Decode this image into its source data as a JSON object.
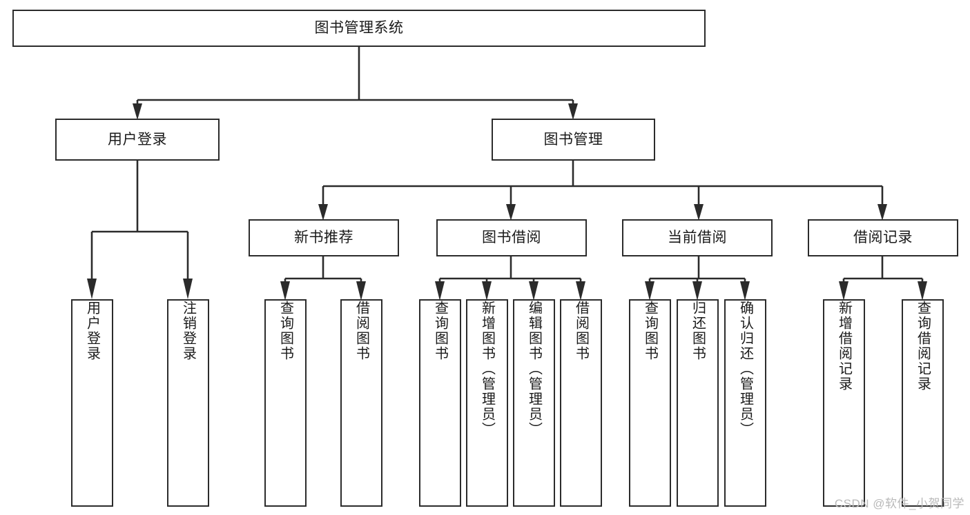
{
  "diagram": {
    "type": "tree",
    "title": "图书管理系统",
    "watermark": "CSDN @软件_小贺同学",
    "colors": {
      "stroke": "#2b2b2b",
      "fill": "#ffffff",
      "text": "#1a1a1a",
      "watermark": "#b9b9b9"
    },
    "nodes": {
      "root": {
        "label": "图书管理系统"
      },
      "level2": [
        {
          "id": "user-login",
          "label": "用户登录"
        },
        {
          "id": "book-manage",
          "label": "图书管理"
        }
      ],
      "level3": [
        {
          "id": "new-book-recommend",
          "label": "新书推荐"
        },
        {
          "id": "book-borrow",
          "label": "图书借阅"
        },
        {
          "id": "current-borrow",
          "label": "当前借阅"
        },
        {
          "id": "borrow-record",
          "label": "借阅记录"
        }
      ],
      "leaves": [
        {
          "id": "leaf-user-login",
          "parent": "user-login",
          "label": "用户登录"
        },
        {
          "id": "leaf-logout",
          "parent": "user-login",
          "label": "注销登录"
        },
        {
          "id": "leaf-query-book-1",
          "parent": "new-book-recommend",
          "label": "查询图书"
        },
        {
          "id": "leaf-borrow-book-1",
          "parent": "new-book-recommend",
          "label": "借阅图书"
        },
        {
          "id": "leaf-query-book-2",
          "parent": "book-borrow",
          "label": "查询图书"
        },
        {
          "id": "leaf-add-book",
          "parent": "book-borrow",
          "label": "新增图书（管理员）"
        },
        {
          "id": "leaf-edit-book",
          "parent": "book-borrow",
          "label": "编辑图书（管理员）"
        },
        {
          "id": "leaf-borrow-book-2",
          "parent": "book-borrow",
          "label": "借阅图书"
        },
        {
          "id": "leaf-query-book-3",
          "parent": "current-borrow",
          "label": "查询图书"
        },
        {
          "id": "leaf-return-book",
          "parent": "current-borrow",
          "label": "归还图书"
        },
        {
          "id": "leaf-confirm-return",
          "parent": "current-borrow",
          "label": "确认归还（管理员）"
        },
        {
          "id": "leaf-add-record",
          "parent": "borrow-record",
          "label": "新增借阅记录"
        },
        {
          "id": "leaf-query-record",
          "parent": "borrow-record",
          "label": "查询借阅记录"
        }
      ]
    }
  }
}
